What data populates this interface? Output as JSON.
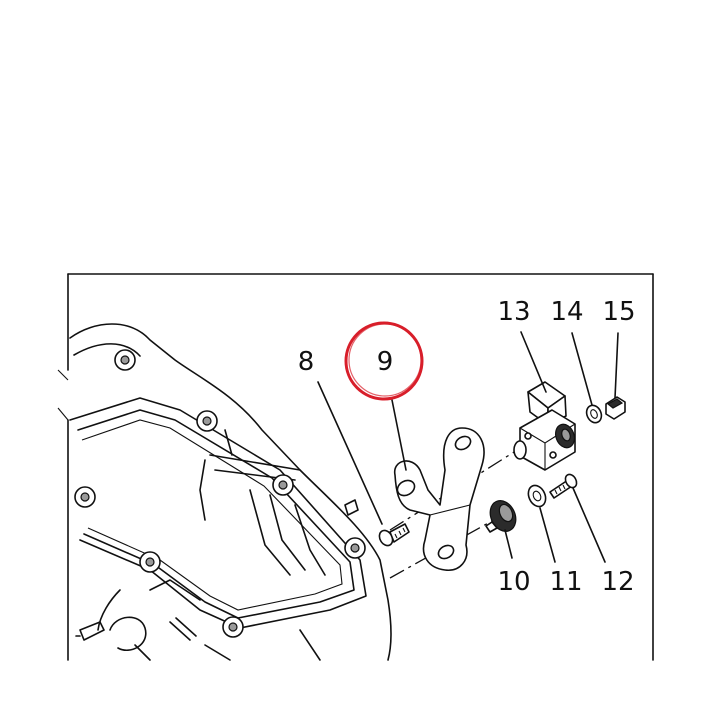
{
  "callouts": {
    "c8": "8",
    "c9": "9",
    "c10": "10",
    "c11": "11",
    "c12": "12",
    "c13": "13",
    "c14": "14",
    "c15": "15"
  },
  "highlight": {
    "target": "9",
    "color": "#d81e2a"
  },
  "colors": {
    "line": "#111111",
    "background": "#ffffff"
  }
}
